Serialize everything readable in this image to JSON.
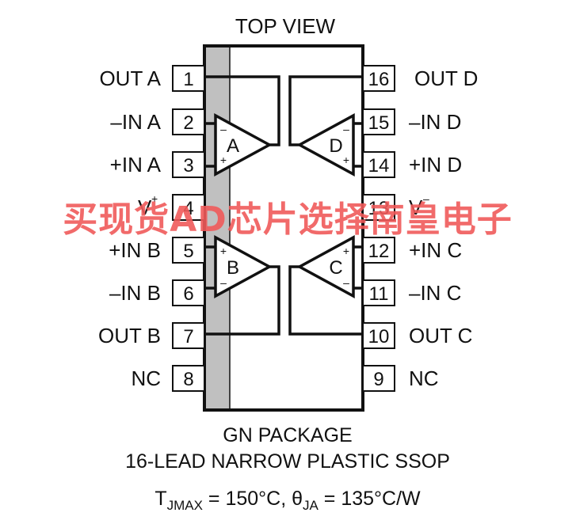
{
  "title": "TOP VIEW",
  "left_pins": [
    {
      "num": "1",
      "label": "OUT A"
    },
    {
      "num": "2",
      "label": "–IN A"
    },
    {
      "num": "3",
      "label": "+IN A"
    },
    {
      "num": "4",
      "label": "V",
      "sup": "+"
    },
    {
      "num": "5",
      "label": "+IN B"
    },
    {
      "num": "6",
      "label": "–IN B"
    },
    {
      "num": "7",
      "label": "OUT B"
    },
    {
      "num": "8",
      "label": "NC"
    }
  ],
  "right_pins": [
    {
      "num": "16",
      "label": "OUT D"
    },
    {
      "num": "15",
      "label": "–IN D"
    },
    {
      "num": "14",
      "label": "+IN D"
    },
    {
      "num": "13",
      "label": "V",
      "sup": "–"
    },
    {
      "num": "12",
      "label": "+IN C"
    },
    {
      "num": "11",
      "label": "–IN C"
    },
    {
      "num": "10",
      "label": "OUT C"
    },
    {
      "num": "9",
      "label": "NC"
    }
  ],
  "amplifiers": {
    "a": {
      "name": "A",
      "top_sign": "–",
      "bottom_sign": "+"
    },
    "b": {
      "name": "B",
      "top_sign": "+",
      "bottom_sign": "–"
    },
    "c": {
      "name": "C",
      "top_sign": "+",
      "bottom_sign": "–"
    },
    "d": {
      "name": "D",
      "top_sign": "–",
      "bottom_sign": "+"
    }
  },
  "package": {
    "name": "GN PACKAGE",
    "description": "16-LEAD NARROW PLASTIC SSOP"
  },
  "thermal": {
    "tj_symbol": "T",
    "tj_sub": "JMAX",
    "tj_value": " = 150°C, ",
    "theta_symbol": "θ",
    "theta_sub": "JA",
    "theta_value": " = 135°C/W"
  },
  "watermark": "买现货AD芯片选择南皇电子",
  "colors": {
    "stroke": "#111111",
    "pin1_band": "#c0c0c0",
    "watermark": "#f05a5a"
  }
}
